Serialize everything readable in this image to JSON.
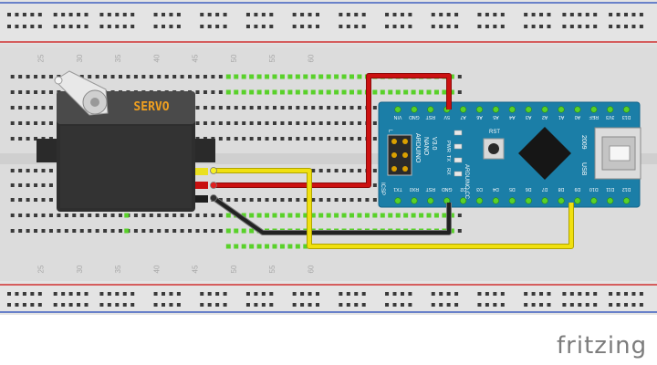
{
  "app": {
    "logo": "fritzing"
  },
  "breadboard": {
    "column_numbers": [
      "25",
      "30",
      "35",
      "40",
      "45",
      "50",
      "55",
      "60"
    ]
  },
  "servo": {
    "label": "SERVO",
    "label_color": "#f0a020",
    "body_color": "#3c3c3c"
  },
  "arduino": {
    "board_color": "#1b7ea7",
    "board_name": "ARDUINO",
    "board_model": "NANO",
    "board_version": "V3.0",
    "copyright": "ARDUINO.CC",
    "year": "2009",
    "rst_label": "RST",
    "pwr_label": "PWR",
    "l_label": "L",
    "tx_label": "TX",
    "rx_label": "RX",
    "usb_label": "USB",
    "icsp_label": "ICSP",
    "top_pins": [
      "VIN",
      "GND",
      "RST",
      "5V",
      "A7",
      "A6",
      "A5",
      "A4",
      "A3",
      "A2",
      "A1",
      "A0",
      "REF",
      "3V3",
      "D13"
    ],
    "bottom_pins": [
      "TX1",
      "RX0",
      "RST",
      "GND",
      "D2",
      "D3",
      "D4",
      "D5",
      "D6",
      "D7",
      "D8",
      "D9",
      "D10",
      "D11",
      "D12"
    ]
  },
  "wires": {
    "power_color": "#cc1111",
    "ground_color": "#222222",
    "signal_color": "#f0e010"
  }
}
